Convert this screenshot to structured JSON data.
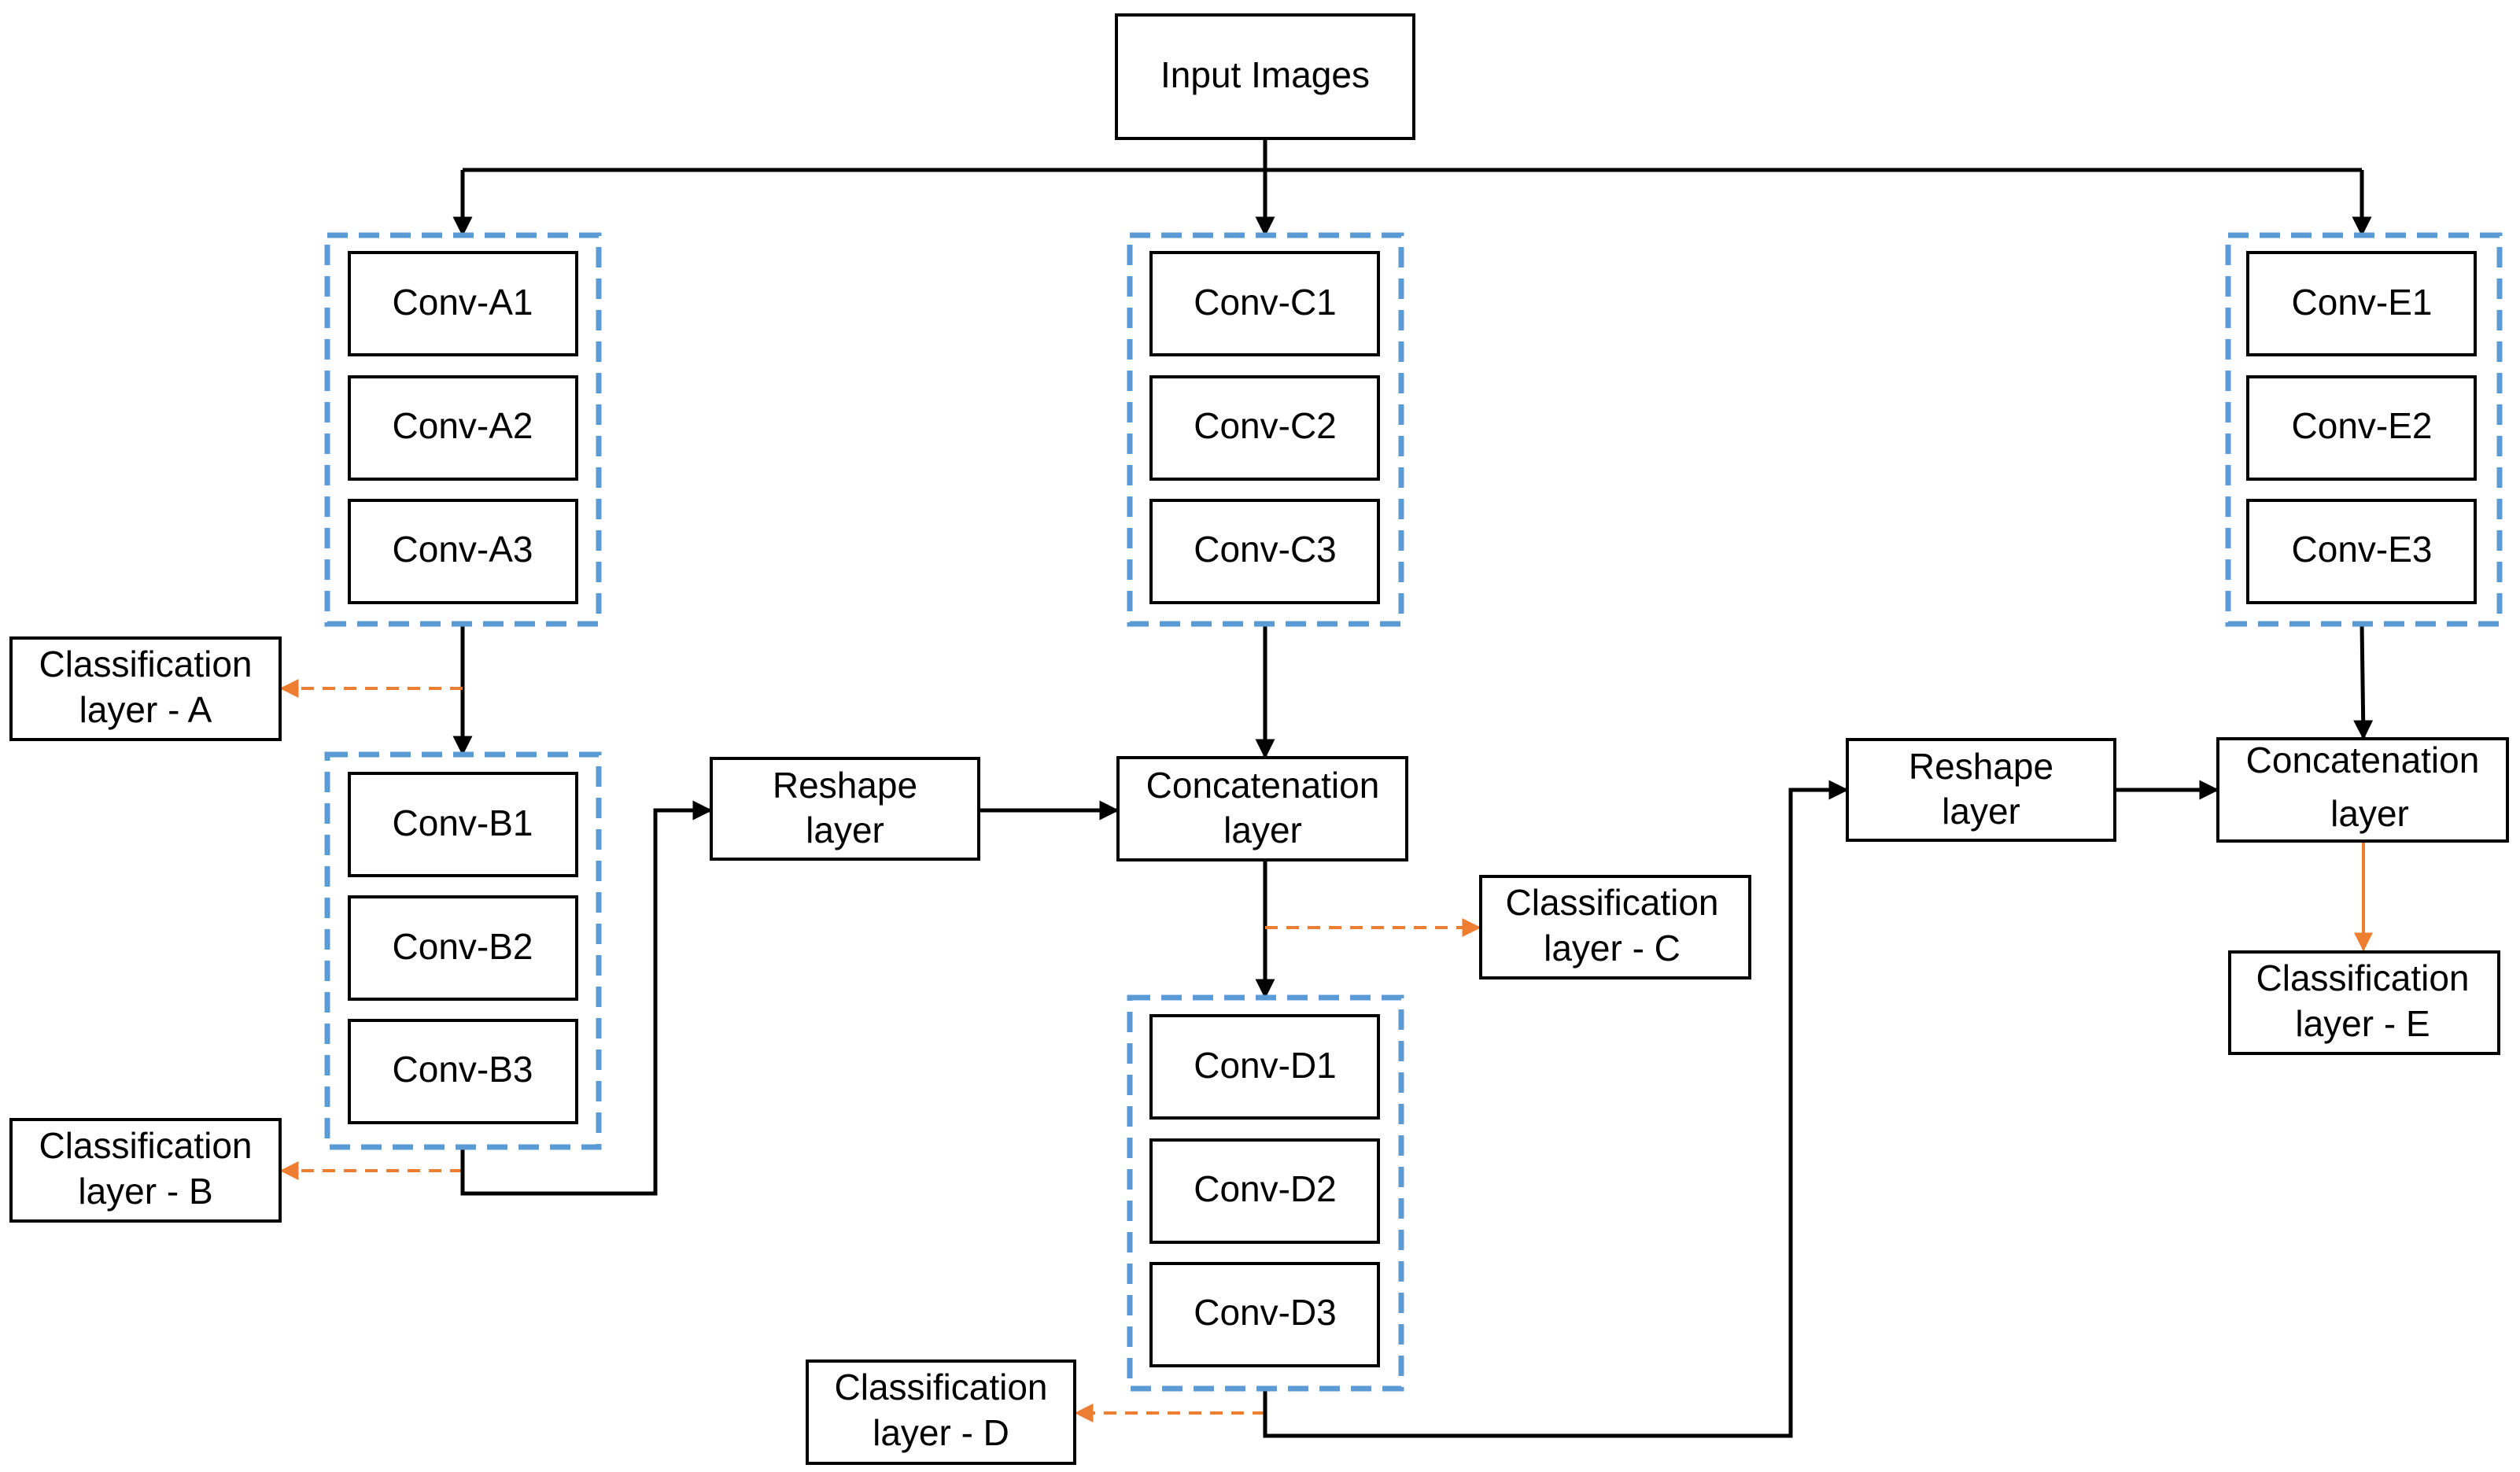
{
  "nodes": {
    "input": "Input Images",
    "conv_a1": "Conv-A1",
    "conv_a2": "Conv-A2",
    "conv_a3": "Conv-A3",
    "conv_b1": "Conv-B1",
    "conv_b2": "Conv-B2",
    "conv_b3": "Conv-B3",
    "conv_c1": "Conv-C1",
    "conv_c2": "Conv-C2",
    "conv_c3": "Conv-C3",
    "conv_d1": "Conv-D1",
    "conv_d2": "Conv-D2",
    "conv_d3": "Conv-D3",
    "conv_e1": "Conv-E1",
    "conv_e2": "Conv-E2",
    "conv_e3": "Conv-E3",
    "reshape_1": [
      "Reshape",
      "layer"
    ],
    "reshape_2": [
      "Reshape",
      "layer"
    ],
    "concat_1": [
      "Concatenation",
      "layer"
    ],
    "concat_2": [
      "Concatenation",
      "layer"
    ],
    "class_a": [
      "Classification",
      "layer - A"
    ],
    "class_b": [
      "Classification",
      "layer - B"
    ],
    "class_c": [
      "Classification",
      "layer - C"
    ],
    "class_d": [
      "Classification",
      "layer - D"
    ],
    "class_e": [
      "Classification",
      "layer - E"
    ]
  },
  "colors": {
    "group_border": "#5b9bd5",
    "classification_edge": "#ed7d31",
    "main_edge": "#000000"
  }
}
